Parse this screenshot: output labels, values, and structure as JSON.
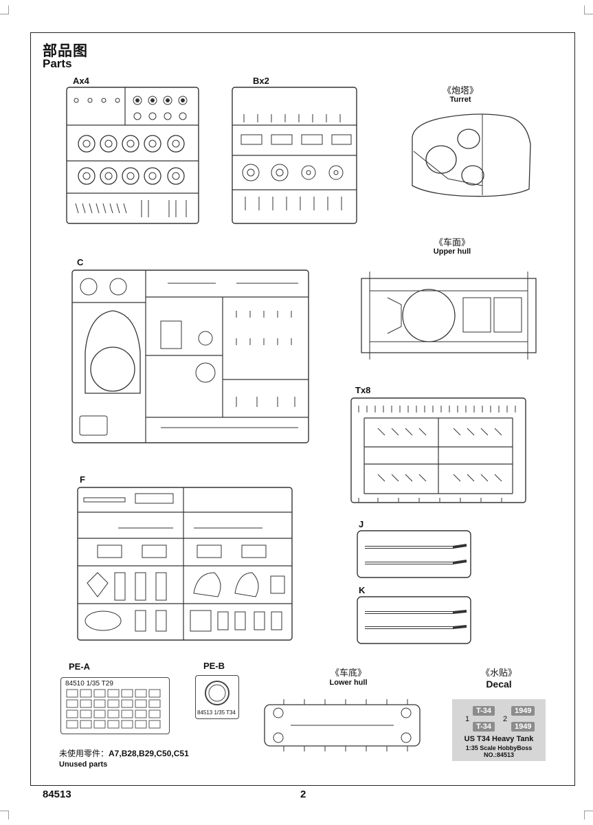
{
  "page": {
    "title_cn": "部品图",
    "title_en": "Parts",
    "product_code": "84513",
    "page_number": "2"
  },
  "sprues": {
    "a": "Ax4",
    "b": "Bx2",
    "c": "C",
    "f": "F",
    "t": "Tx8",
    "j": "J",
    "k": "K",
    "pe_a": "PE-A",
    "pe_b": "PE-B"
  },
  "parts": {
    "turret_cn": "《炮塔》",
    "turret_en": "Turret",
    "upper_hull_cn": "《车面》",
    "upper_hull_en": "Upper hull",
    "lower_hull_cn": "《车底》",
    "lower_hull_en": "Lower hull",
    "decal_cn": "《水贴》",
    "decal_en": "Decal"
  },
  "pe_a_text": "84510 1/35 T29",
  "pe_b_text": "84513 1/35 T34",
  "decal": {
    "tag1": "T-34",
    "tag2": "T-34",
    "year1": "1949",
    "year2": "1949",
    "num1": "1",
    "num2": "2",
    "title": "US T34 Heavy Tank",
    "subtitle": "1:35 Scale HobbyBoss NO.:84513"
  },
  "unused": {
    "label_cn": "未使用零件：",
    "parts": "A7,B28,B29,C50,C51",
    "label_en": "Unused parts"
  }
}
